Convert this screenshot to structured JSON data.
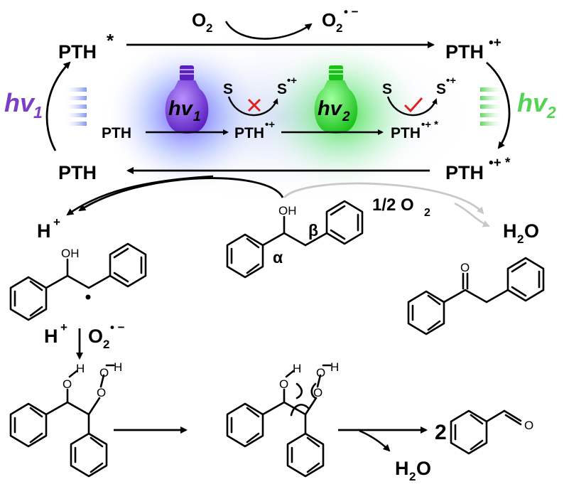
{
  "colors": {
    "violet": "#7a3fc4",
    "green": "#54d454",
    "purple_glow": "#6040ff",
    "green_glow": "#30e030",
    "cross_red": "#e02020",
    "check_red": "#e02020",
    "faded_arrow": "#c8c8c8"
  },
  "labels": {
    "pth_top_left": "PTH",
    "pth_top_left_star": "*",
    "pth_top_right": "PTH",
    "pth_top_right_sup": "•+",
    "o2_left": "O",
    "o2_left_sub": "2",
    "o2_right": "O",
    "o2_right_sub": "2",
    "o2_right_sup": "• −",
    "hv1_side": "hv",
    "hv1_side_sub": "1",
    "hv2_side": "hv",
    "hv2_side_sub": "2",
    "bulb1_text": "hv",
    "bulb1_sub": "1",
    "bulb2_text": "hv",
    "bulb2_sub": "2",
    "mid_pth_1": "PTH",
    "mid_pth_2": "PTH",
    "mid_pth_2_sup": "•+",
    "mid_pth_3": "PTH",
    "mid_pth_3_sup": "•+ *",
    "s_left_1": "S",
    "s_left_2": "S",
    "s_left_2_sup": "•+",
    "s_right_1": "S",
    "s_right_2": "S",
    "s_right_2_sup": "•+",
    "pth_bottom_left": "PTH",
    "pth_bottom_right": "PTH",
    "pth_bottom_right_sup": "•+ *",
    "half_o2": "1/2 O",
    "half_o2_sub": "2",
    "h_plus_1": "H",
    "h_plus_1_sup": "+",
    "h2o_right": "H",
    "h2o_right_sub": "2",
    "h2o_right_end": "O",
    "h_plus_2": "H",
    "h_plus_2_sup": "+",
    "o2_mid": "O",
    "o2_mid_sub": "2",
    "o2_mid_sup": "• −",
    "alpha": "α",
    "beta": "β",
    "oh_center": "OH",
    "oh_left": "OH",
    "o_ketone": "O",
    "o_aldehyde": "O",
    "coef_2": "2",
    "h2o_bottom": "H",
    "h2o_bottom_sub": "2",
    "h2o_bottom_end": "O",
    "atom_o": "O",
    "atom_h": "H"
  }
}
